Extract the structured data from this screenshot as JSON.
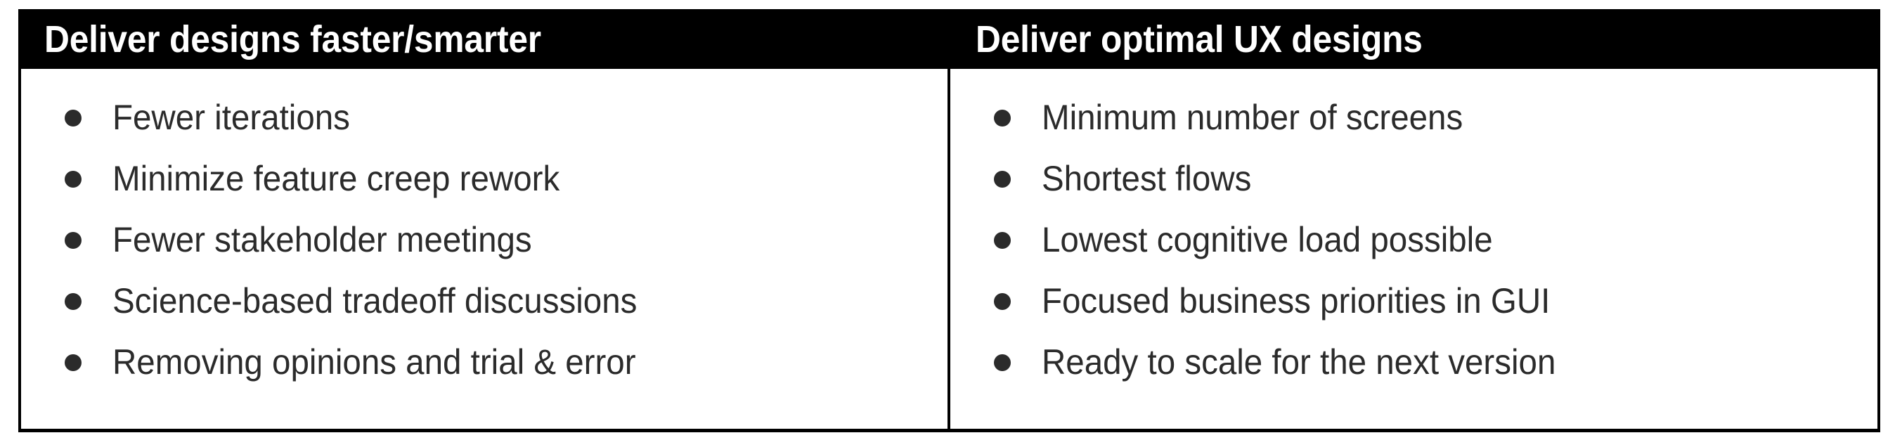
{
  "table": {
    "columns": [
      {
        "header": "Deliver designs faster/smarter",
        "bullets": [
          "Fewer iterations",
          "Minimize feature creep rework",
          "Fewer stakeholder meetings",
          "Science-based tradeoff discussions",
          "Removing opinions and trial & error"
        ]
      },
      {
        "header": "Deliver optimal UX designs",
        "bullets": [
          "Minimum number of screens",
          "Shortest flows",
          "Lowest cognitive load possible",
          "Focused business priorities in GUI",
          "Ready to scale for the next version"
        ]
      }
    ],
    "colors": {
      "header_background": "#000000",
      "header_text": "#ffffff",
      "body_background": "#ffffff",
      "body_text": "#2b2b2b",
      "border": "#000000",
      "bullet": "#2b2b2b"
    }
  }
}
